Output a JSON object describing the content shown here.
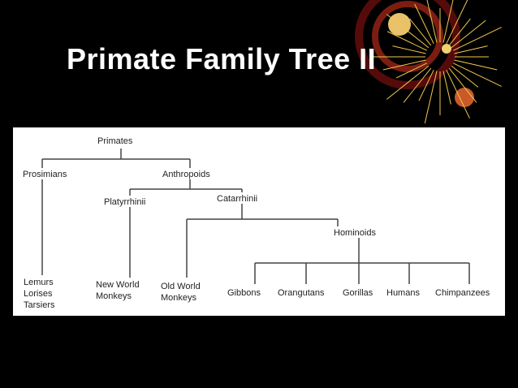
{
  "title": "Primate Family Tree II",
  "colors": {
    "background": "#000000",
    "title": "#ffffff",
    "panel": "#ffffff",
    "lines": "#444444",
    "text": "#222222",
    "decoration": "#c0392b"
  },
  "decoration_icon": "fireworks-burst-icon",
  "tree": {
    "root": "Primates",
    "prosimians": "Prosimians",
    "anthropoids": "Anthropoids",
    "platyrrhinii": "Platyrrhinii",
    "catarrhinii": "Catarrhinii",
    "hominoids": "Hominoids",
    "prosimian_examples": [
      "Lemurs",
      "Lorises",
      "Tarsiers"
    ],
    "new_world": [
      "New World",
      "Monkeys"
    ],
    "old_world": [
      "Old World",
      "Monkeys"
    ],
    "apes": [
      "Gibbons",
      "Orangutans",
      "Gorillas",
      "Humans",
      "Chimpanzees"
    ]
  }
}
